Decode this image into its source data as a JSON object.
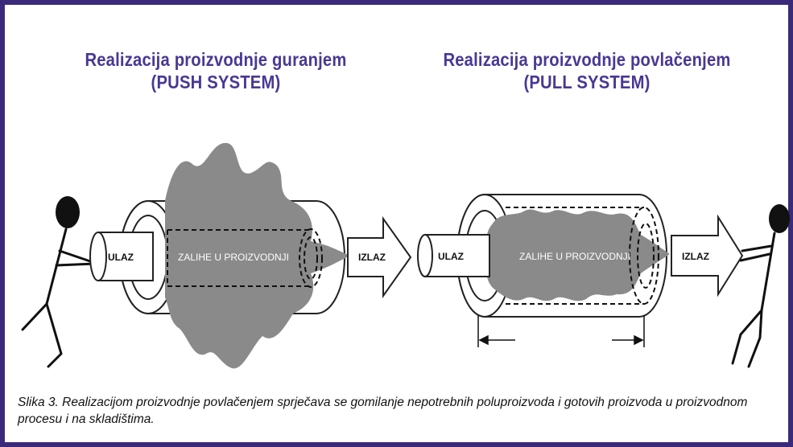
{
  "figure": {
    "left_title_line1": "Realizacija proizvodnje guranjem",
    "left_title_line2": "(PUSH SYSTEM)",
    "right_title_line1": "Realizacija proizvodnje povlačenjem",
    "right_title_line2": "(PULL SYSTEM)",
    "left_diagram": {
      "input_label": "ULAZ",
      "inventory_label": "ZALIHE U PROIZVODNJI",
      "output_label": "IZLAZ"
    },
    "right_diagram": {
      "input_label": "ULAZ",
      "inventory_label": "ZALIHE U PROIZVODNJI",
      "output_label": "IZLAZ"
    },
    "caption": "Slika 3. Realizacijom proizvodnje povlačenjem sprječava se gomilanje nepotrebnih poluproizvoda i gotovih proizvoda u proizvodnom procesu i na skladištima."
  },
  "colors": {
    "frame": "#3b2a7a",
    "title": "#4a3894",
    "inventory_shape": "#8a8a8a",
    "outline": "#222222"
  }
}
